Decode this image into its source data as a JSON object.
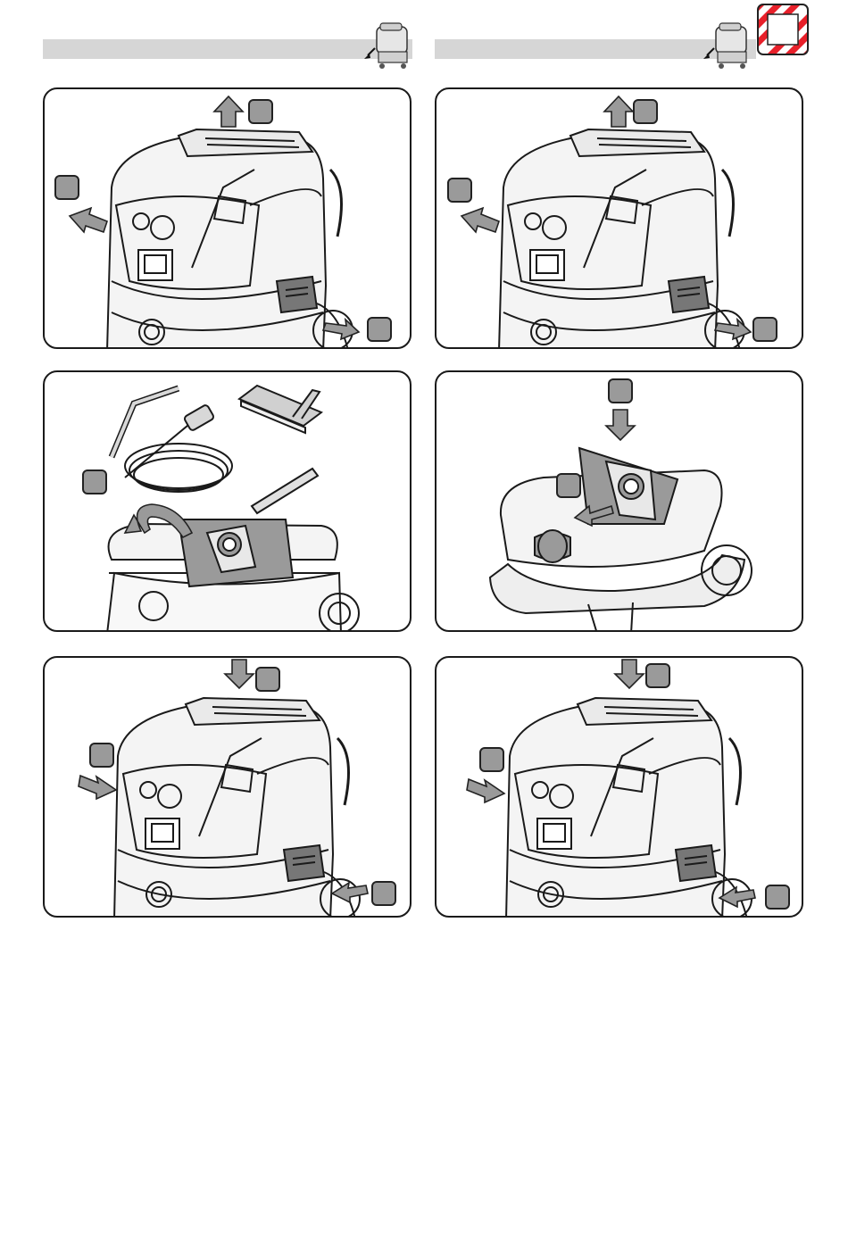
{
  "page": {
    "header_bar_color": "#d6d6d6",
    "panel_border_color": "#1a1a1a",
    "badge_fill_color": "#9a9a9a",
    "arrow_fill_color": "#9a9a9a",
    "warning_stripe_color": "#e8202a"
  },
  "headers": [
    {
      "icon": "vacuum-thumbnail-icon"
    },
    {
      "icon": "vacuum-thumbnail-icon",
      "extra_icon": "hazard-warning-sign-icon"
    }
  ],
  "panels": [
    {
      "id": "remove-head",
      "badges": 3,
      "arrows": [
        "up",
        "left",
        "right"
      ]
    },
    {
      "id": "remove-head-m",
      "badges": 3,
      "arrows": [
        "up",
        "left",
        "right"
      ]
    },
    {
      "id": "remove-accessories-bag",
      "badges": 1,
      "arrows": [
        "curved-left"
      ]
    },
    {
      "id": "insert-bag",
      "badges": 2,
      "arrows": [
        "down",
        "left"
      ]
    },
    {
      "id": "replace-head",
      "badges": 3,
      "arrows": [
        "down",
        "right",
        "left"
      ]
    },
    {
      "id": "replace-head-m",
      "badges": 3,
      "arrows": [
        "down",
        "right",
        "left"
      ]
    }
  ]
}
